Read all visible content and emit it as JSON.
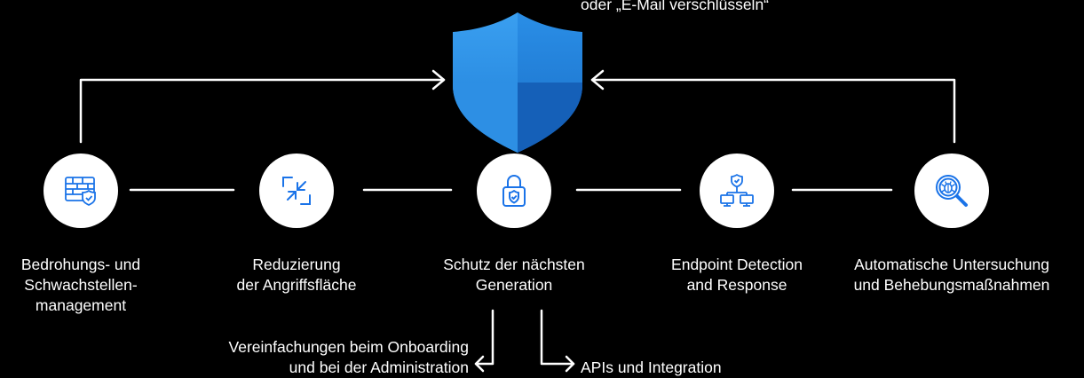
{
  "colors": {
    "background": "#000000",
    "line": "#ffffff",
    "icon_blue": "#1a73e8",
    "shield_light": "#3b9be8",
    "shield_dark": "#1565c0"
  },
  "top_caption": "oder „E-Mail verschlüsseln“",
  "center_icon": "shield-icon",
  "nodes": [
    {
      "icon": "firewall-shield-icon",
      "lines": [
        "Bedrohungs- und",
        "Schwachstellen-",
        "management"
      ]
    },
    {
      "icon": "shrink-arrows-icon",
      "lines": [
        "Reduzierung",
        "der Angriffsfläche"
      ]
    },
    {
      "icon": "padlock-shield-icon",
      "lines": [
        "Schutz der nächsten",
        "Generation"
      ]
    },
    {
      "icon": "network-shield-icon",
      "lines": [
        "Endpoint Detection",
        "and Response"
      ]
    },
    {
      "icon": "magnifier-bug-icon",
      "lines": [
        "Automatische Untersuchung",
        "und Behebungsmaßnahmen"
      ]
    }
  ],
  "bottom_left": [
    "Vereinfachungen beim Onboarding",
    "und bei der Administration"
  ],
  "bottom_right": "APIs und Integration"
}
